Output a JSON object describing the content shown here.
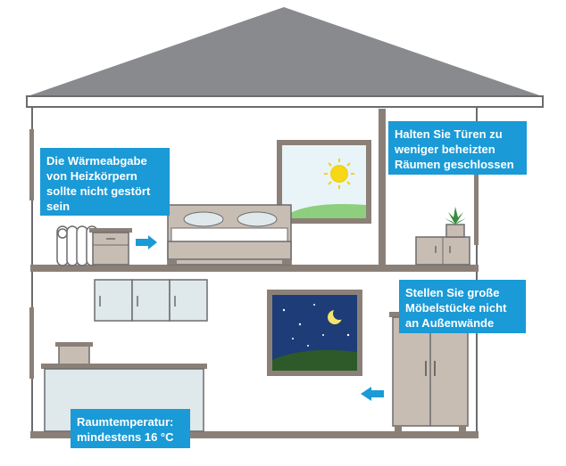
{
  "callouts": {
    "radiator": "Die Wärmeabgabe\nvon Heizkörpern\nsollte nicht gestört\nsein",
    "doors": "Halten Sie Türen zu\nweniger beheizten\nRäumen geschlossen",
    "furniture": "Stellen Sie große\nMöbelstücke nicht\nan Außenwände",
    "temperature": "Raumtemperatur:\nmindestens 16 °C"
  },
  "icons": [
    "sun-icon",
    "moon-icon",
    "plant-icon",
    "radiator-icon",
    "bed-icon",
    "wardrobe-icon",
    "arrow-right-icon",
    "arrow-left-icon"
  ],
  "colors": {
    "roof": "#888a8d",
    "outline": "#6c6c6e",
    "floor": "#8a8078",
    "furniture": "#c8bdb3",
    "cabinet": "#dfe8ea",
    "callout": "#1a9ad6",
    "arrow": "#1a9ad6",
    "night_sky": "#1d3c78",
    "day_sky": "#e8f4f8",
    "grass": "#8dcf7c"
  }
}
